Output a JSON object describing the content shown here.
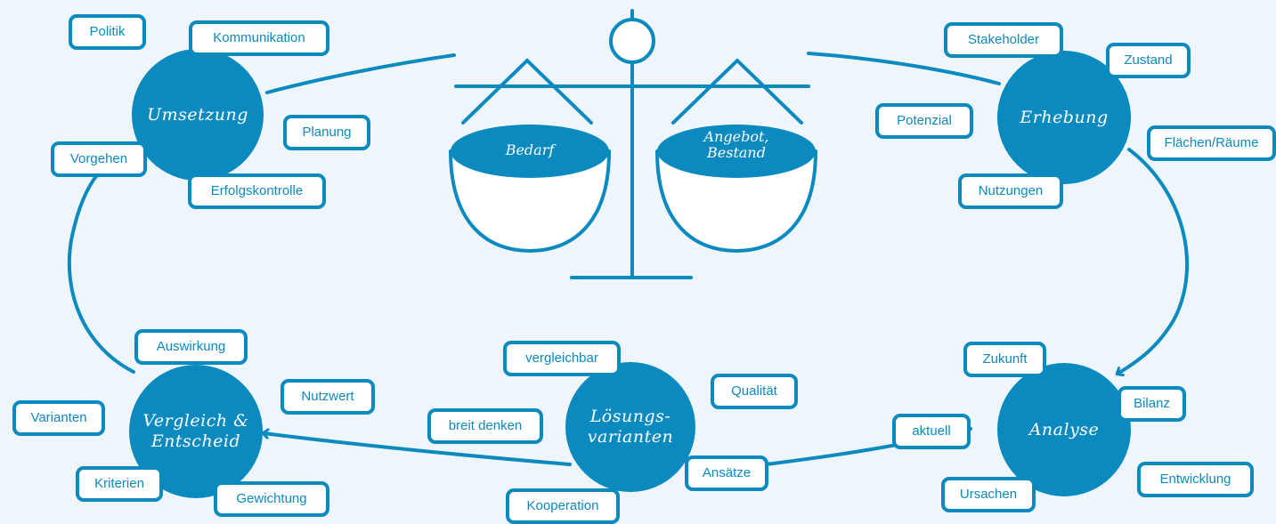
{
  "scale": {
    "left_pan": "Bedarf",
    "right_pan": "Angebot,\nBestand"
  },
  "colors": {
    "primary": "#0b8ac0",
    "background": "#eef6fb",
    "tag_fill": "#ffffff"
  },
  "nodes": {
    "umsetzung": "Umsetzung",
    "erhebung": "Erhebung",
    "analyse": "Analyse",
    "loesungsvarianten": "Lösungs-\nvarianten",
    "vergleich": "Vergleich &\nEntscheid"
  },
  "tags": {
    "politik": "Politik",
    "kommunikation": "Kommunikation",
    "planung": "Planung",
    "vorgehen": "Vorgehen",
    "erfolgskontrolle": "Erfolgskontrolle",
    "stakeholder": "Stakeholder",
    "zustand": "Zustand",
    "potenzial": "Potenzial",
    "flaechen": "Flächen/Räume",
    "nutzungen": "Nutzungen",
    "zukunft": "Zukunft",
    "bilanz": "Bilanz",
    "aktuell": "aktuell",
    "entwicklung": "Entwicklung",
    "ursachen": "Ursachen",
    "vergleichbar": "vergleichbar",
    "qualitaet": "Qualität",
    "breit_denken": "breit denken",
    "ansaetze": "Ansätze",
    "kooperation": "Kooperation",
    "auswirkung": "Auswirkung",
    "nutzwert": "Nutzwert",
    "varianten": "Varianten",
    "kriterien": "Kriterien",
    "gewichtung": "Gewichtung"
  }
}
